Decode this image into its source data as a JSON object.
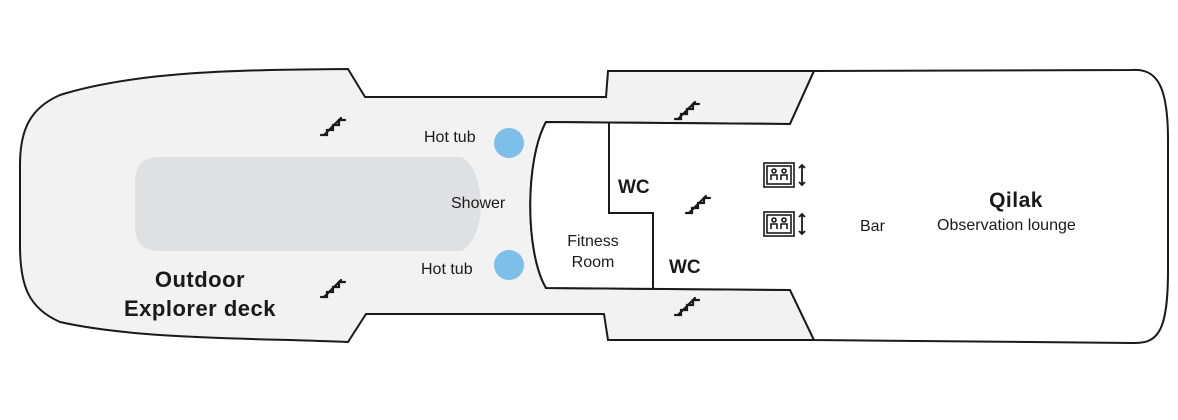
{
  "colors": {
    "outline": "#1a1a1a",
    "deck_fill": "#f2f2f2",
    "lounge_fill": "#ffffff",
    "shower_area": "#dde1e4",
    "hot_tub": "#7cc0ea"
  },
  "labels": {
    "hot_tub_top": "Hot tub",
    "hot_tub_bottom": "Hot tub",
    "shower": "Shower",
    "fitness_room": "Fitness\nRoom",
    "wc_top": "WC",
    "wc_bottom": "WC",
    "bar": "Bar",
    "lounge_name": "Qilak",
    "lounge_subtitle": "Observation lounge",
    "outdoor_deck": "Outdoor\nExplorer deck"
  },
  "icons": {
    "stairs": "stairs-icon",
    "elevator": "elevator-icon",
    "hot_tub": "hot-tub-icon"
  }
}
